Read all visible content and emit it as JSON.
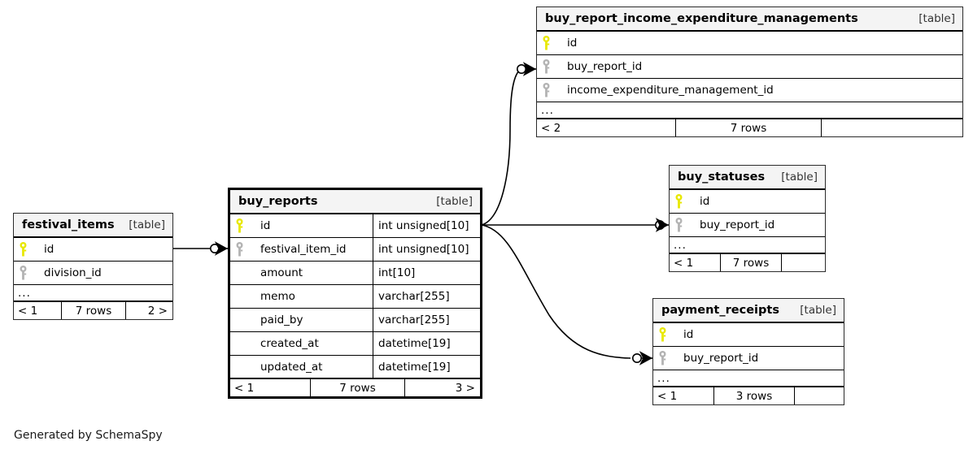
{
  "diagram": {
    "generator_credit": "Generated by SchemaSpy",
    "table_tag": "[table]",
    "ellipsis": "...",
    "colors": {
      "primary_key": "#e8e800",
      "foreign_key": "#b3b3b3",
      "header_background": "#f4f4f4",
      "border": "#000000",
      "background": "#ffffff"
    }
  },
  "tables": [
    {
      "id": "buy_report_income_expenditure_managements",
      "name": "buy_report_income_expenditure_managements",
      "tag": "[table]",
      "columns": [
        {
          "key": "primary",
          "name": "id",
          "type": ""
        },
        {
          "key": "foreign",
          "name": "buy_report_id",
          "type": ""
        },
        {
          "key": "foreign",
          "name": "income_expenditure_management_id",
          "type": ""
        }
      ],
      "ellipsis": "...",
      "footer": {
        "left": "< 2",
        "middle": "7 rows",
        "right": ""
      }
    },
    {
      "id": "buy_statuses",
      "name": "buy_statuses",
      "tag": "[table]",
      "columns": [
        {
          "key": "primary",
          "name": "id",
          "type": ""
        },
        {
          "key": "foreign",
          "name": "buy_report_id",
          "type": ""
        }
      ],
      "ellipsis": "...",
      "footer": {
        "left": "< 1",
        "middle": "7 rows",
        "right": ""
      }
    },
    {
      "id": "payment_receipts",
      "name": "payment_receipts",
      "tag": "[table]",
      "columns": [
        {
          "key": "primary",
          "name": "id",
          "type": ""
        },
        {
          "key": "foreign",
          "name": "buy_report_id",
          "type": ""
        }
      ],
      "ellipsis": "...",
      "footer": {
        "left": "< 1",
        "middle": "3 rows",
        "right": ""
      }
    },
    {
      "id": "buy_reports",
      "name": "buy_reports",
      "tag": "[table]",
      "focus": true,
      "columns": [
        {
          "key": "primary",
          "name": "id",
          "type": "int unsigned[10]"
        },
        {
          "key": "foreign",
          "name": "festival_item_id",
          "type": "int unsigned[10]"
        },
        {
          "key": "none",
          "name": "amount",
          "type": "int[10]"
        },
        {
          "key": "none",
          "name": "memo",
          "type": "varchar[255]"
        },
        {
          "key": "none",
          "name": "paid_by",
          "type": "varchar[255]"
        },
        {
          "key": "none",
          "name": "created_at",
          "type": "datetime[19]"
        },
        {
          "key": "none",
          "name": "updated_at",
          "type": "datetime[19]"
        }
      ],
      "footer": {
        "left": "< 1",
        "middle": "7 rows",
        "right": "3 >"
      }
    },
    {
      "id": "festival_items",
      "name": "festival_items",
      "tag": "[table]",
      "columns": [
        {
          "key": "primary",
          "name": "id",
          "type": ""
        },
        {
          "key": "foreign",
          "name": "division_id",
          "type": ""
        }
      ],
      "ellipsis": "...",
      "footer": {
        "left": "< 1",
        "middle": "7 rows",
        "right": "2 >"
      }
    }
  ],
  "relationships": [
    {
      "from": "buy_reports.id",
      "to": "buy_report_income_expenditure_managements.buy_report_id",
      "cardinality": "zero-or-many"
    },
    {
      "from": "buy_reports.id",
      "to": "buy_statuses.buy_report_id",
      "cardinality": "zero-or-many"
    },
    {
      "from": "buy_reports.id",
      "to": "payment_receipts.buy_report_id",
      "cardinality": "zero-or-many"
    },
    {
      "from": "festival_items.id",
      "to": "buy_reports.festival_item_id",
      "cardinality": "zero-or-many"
    }
  ]
}
